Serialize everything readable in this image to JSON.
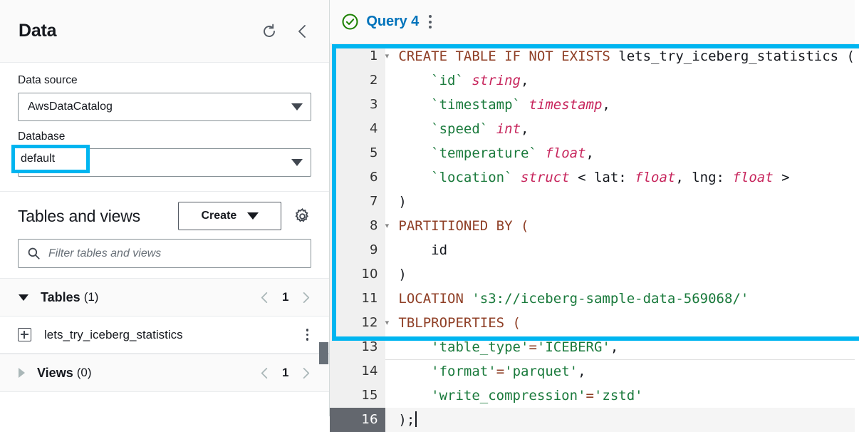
{
  "sidebar": {
    "title": "Data",
    "header_icons": [
      {
        "name": "refresh-icon",
        "label": "Refresh"
      },
      {
        "name": "collapse-left-icon",
        "label": "Collapse panel"
      }
    ],
    "data_source": {
      "label": "Data source",
      "value": "AwsDataCatalog"
    },
    "database": {
      "label": "Database",
      "value": "default",
      "highlighted": true
    },
    "tables_and_views": {
      "title": "Tables and views",
      "create_button": "Create",
      "settings_icon": "gear-icon",
      "filter_placeholder": "Filter tables and views",
      "search_icon": "search-icon"
    },
    "groups": [
      {
        "name": "Tables",
        "count": "(1)",
        "expanded": true,
        "page": "1",
        "items": [
          {
            "name": "lets_try_iceberg_statistics"
          }
        ]
      },
      {
        "name": "Views",
        "count": "(0)",
        "expanded": false,
        "page": "1",
        "items": []
      }
    ]
  },
  "editor": {
    "tab": {
      "label": "Query 4",
      "status_icon": "check-circle-icon",
      "menu_icon": "kebab-menu-icon"
    },
    "active_line": 16,
    "lines": [
      {
        "n": "1",
        "fold": true,
        "tokens": [
          {
            "t": "kw",
            "v": "CREATE TABLE IF NOT EXISTS "
          },
          {
            "t": "pln",
            "v": "lets_try_iceberg_statistics ("
          }
        ]
      },
      {
        "n": "2",
        "fold": false,
        "tokens": [
          {
            "t": "idt",
            "v": "    `id` "
          },
          {
            "t": "typ",
            "v": "string"
          },
          {
            "t": "pln",
            "v": ","
          }
        ]
      },
      {
        "n": "3",
        "fold": false,
        "tokens": [
          {
            "t": "idt",
            "v": "    `timestamp` "
          },
          {
            "t": "typ",
            "v": "timestamp"
          },
          {
            "t": "pln",
            "v": ","
          }
        ]
      },
      {
        "n": "4",
        "fold": false,
        "tokens": [
          {
            "t": "idt",
            "v": "    `speed` "
          },
          {
            "t": "typ",
            "v": "int"
          },
          {
            "t": "pln",
            "v": ","
          }
        ]
      },
      {
        "n": "5",
        "fold": false,
        "tokens": [
          {
            "t": "idt",
            "v": "    `temperature` "
          },
          {
            "t": "typ",
            "v": "float"
          },
          {
            "t": "pln",
            "v": ","
          }
        ]
      },
      {
        "n": "6",
        "fold": false,
        "tokens": [
          {
            "t": "idt",
            "v": "    `location` "
          },
          {
            "t": "typ",
            "v": "struct"
          },
          {
            "t": "pln",
            "v": " < lat: "
          },
          {
            "t": "typ",
            "v": "float"
          },
          {
            "t": "pln",
            "v": ", lng: "
          },
          {
            "t": "typ",
            "v": "float"
          },
          {
            "t": "pln",
            "v": " >"
          }
        ]
      },
      {
        "n": "7",
        "fold": false,
        "tokens": [
          {
            "t": "pln",
            "v": ")"
          }
        ]
      },
      {
        "n": "8",
        "fold": true,
        "tokens": [
          {
            "t": "kw",
            "v": "PARTITIONED BY ("
          }
        ]
      },
      {
        "n": "9",
        "fold": false,
        "tokens": [
          {
            "t": "pln",
            "v": "    id"
          }
        ]
      },
      {
        "n": "10",
        "fold": false,
        "tokens": [
          {
            "t": "pln",
            "v": ")"
          }
        ]
      },
      {
        "n": "11",
        "fold": false,
        "tokens": [
          {
            "t": "kw",
            "v": "LOCATION "
          },
          {
            "t": "str",
            "v": "'s3://iceberg-sample-data-569068/'"
          }
        ]
      },
      {
        "n": "12",
        "fold": true,
        "tokens": [
          {
            "t": "kw",
            "v": "TBLPROPERTIES ("
          }
        ]
      },
      {
        "n": "13",
        "fold": false,
        "tokens": [
          {
            "t": "str",
            "v": "    'table_type'"
          },
          {
            "t": "op",
            "v": "="
          },
          {
            "t": "str",
            "v": "'ICEBERG'"
          },
          {
            "t": "pln",
            "v": ","
          }
        ]
      },
      {
        "n": "14",
        "fold": false,
        "tokens": [
          {
            "t": "str",
            "v": "    'format'"
          },
          {
            "t": "op",
            "v": "="
          },
          {
            "t": "str",
            "v": "'parquet'"
          },
          {
            "t": "pln",
            "v": ","
          }
        ]
      },
      {
        "n": "15",
        "fold": false,
        "tokens": [
          {
            "t": "str",
            "v": "    'write_compression'"
          },
          {
            "t": "op",
            "v": "="
          },
          {
            "t": "str",
            "v": "'zstd'"
          }
        ]
      },
      {
        "n": "16",
        "fold": false,
        "tokens": [
          {
            "t": "pln",
            "v": ");"
          }
        ],
        "cursor": true
      }
    ]
  },
  "annotations": {
    "color": "#00b5f0",
    "regions": [
      "database-value",
      "sql-code-block"
    ]
  }
}
